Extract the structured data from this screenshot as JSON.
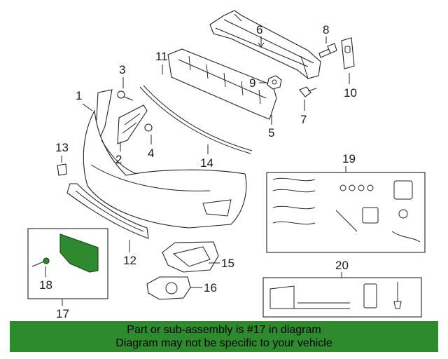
{
  "callouts": {
    "c1": "1",
    "c2": "2",
    "c3": "3",
    "c4": "4",
    "c5": "5",
    "c6": "6",
    "c7": "7",
    "c8": "8",
    "c9": "9",
    "c10": "10",
    "c11": "11",
    "c12": "12",
    "c13": "13",
    "c14": "14",
    "c15": "15",
    "c16": "16",
    "c17": "17",
    "c18": "18",
    "c19": "19",
    "c20": "20"
  },
  "banner": {
    "line1": "Part or sub-assembly is #17 in diagram",
    "line2": "Diagram may not be specific to your vehicle",
    "color": "#2d8a2d"
  },
  "highlight_color": "#2f8a2f"
}
